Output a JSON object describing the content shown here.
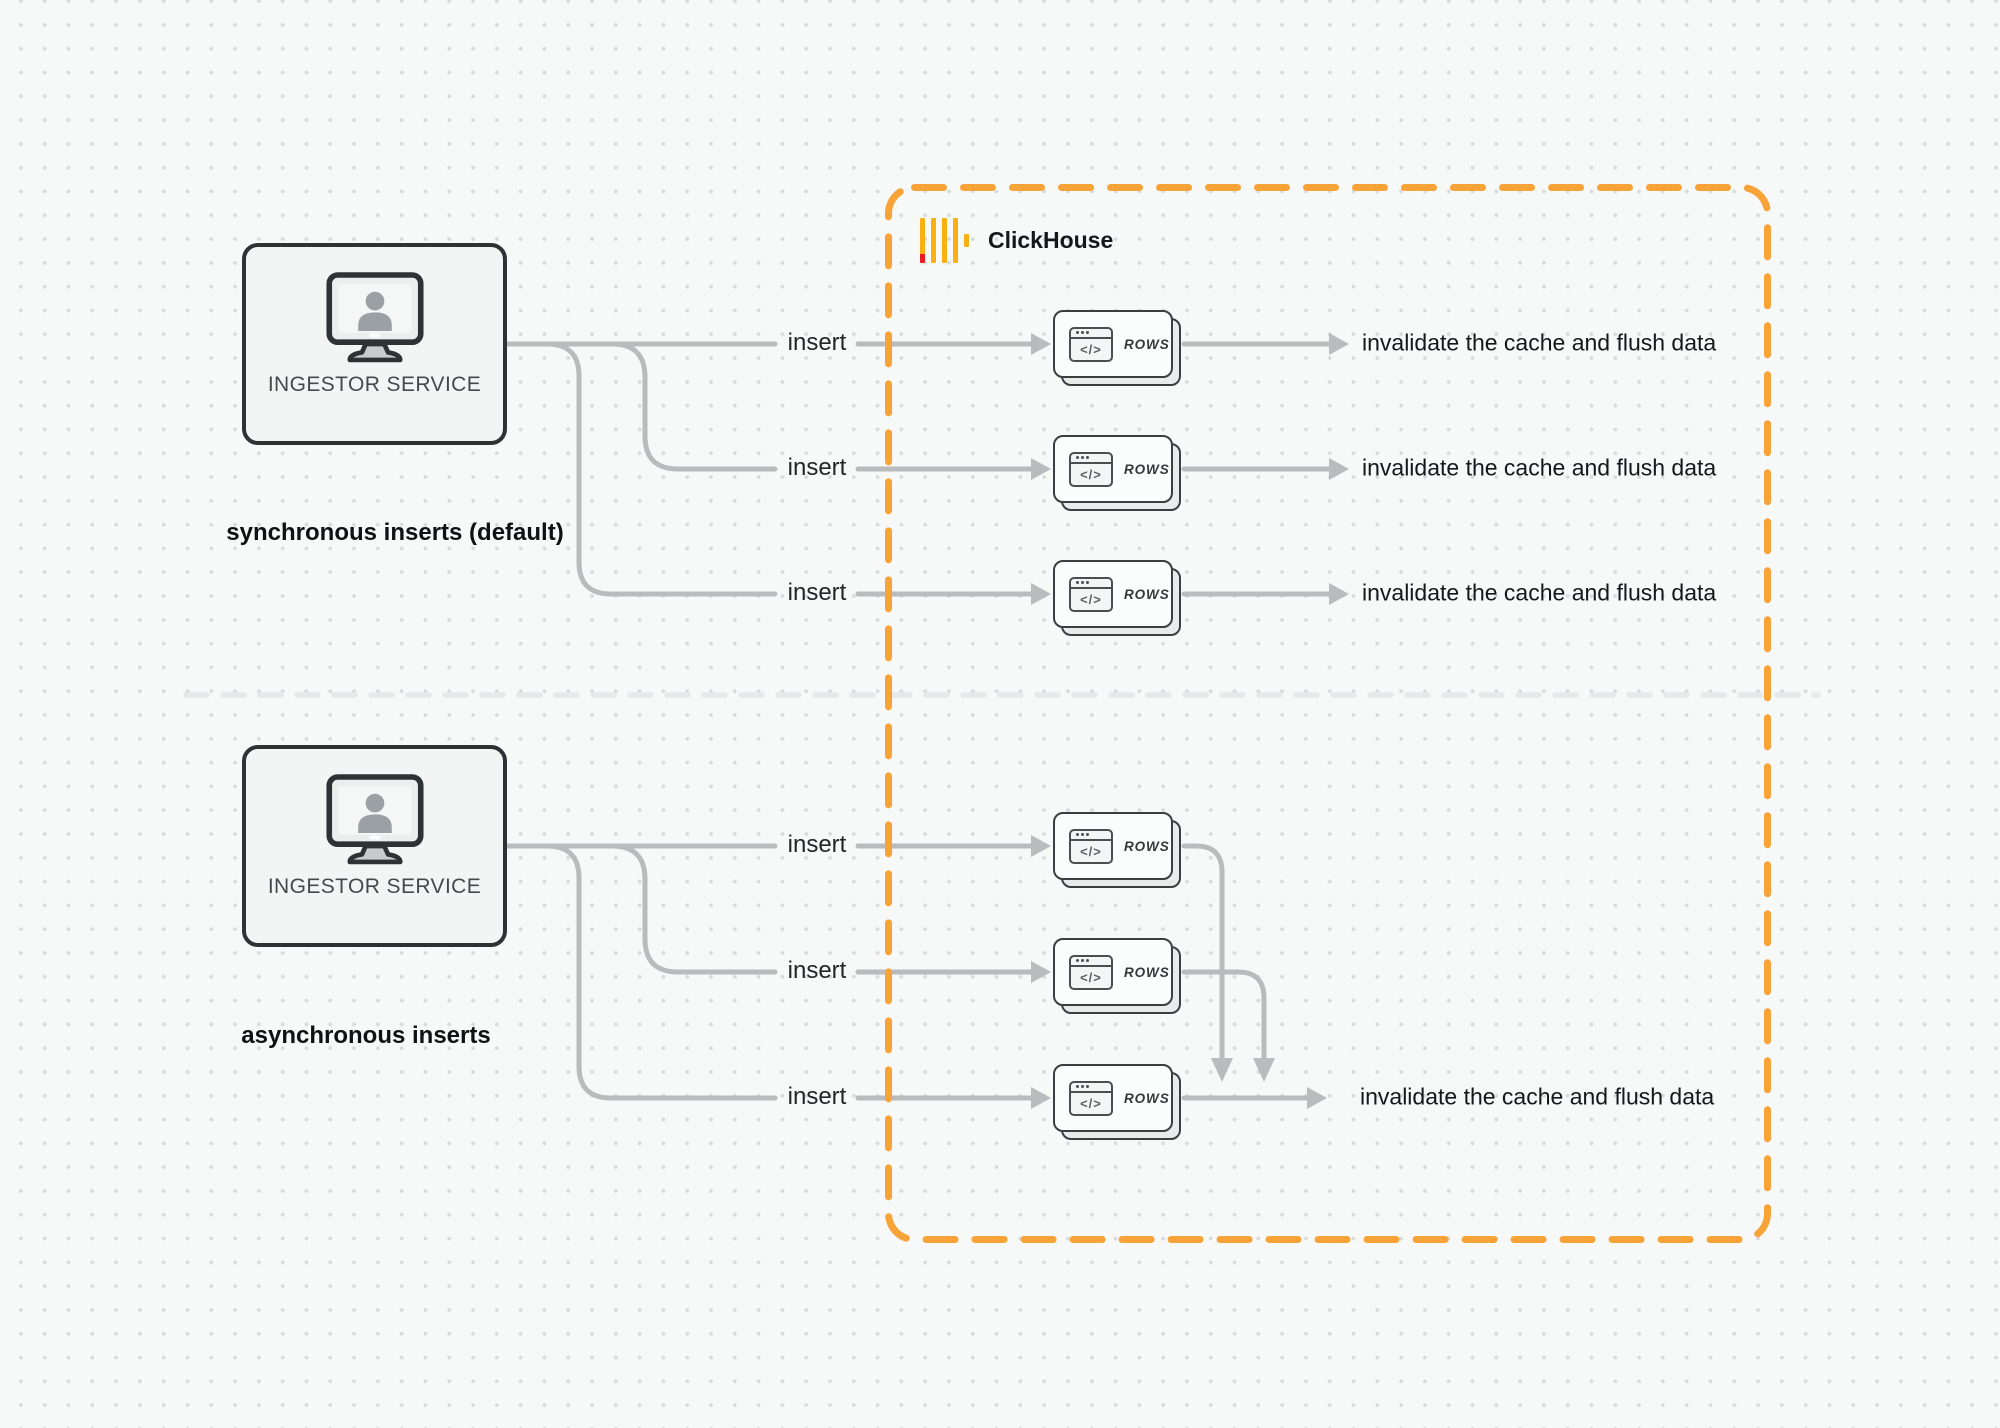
{
  "colors": {
    "clickhouse_boundary_orange": "#F8A338",
    "logo_amber": "#F9B013",
    "logo_red": "#EC1C24",
    "connector_gray": "#b9bbbc",
    "divider_gray": "#e7e8e9"
  },
  "icons": {
    "service_icon": "monitor-user-icon",
    "card_icon": "browser-code-icon",
    "logo_icon": "clickhouse-bars-logo"
  },
  "glyphs": {
    "code": "</>"
  },
  "clickhouse": {
    "title": "ClickHouse"
  },
  "sync_section": {
    "caption": "synchronous inserts (default)",
    "service": {
      "label": "INGESTOR SERVICE"
    },
    "rows": [
      {
        "insert": "insert",
        "card": "ROWS",
        "result": "invalidate the cache and flush data"
      },
      {
        "insert": "insert",
        "card": "ROWS",
        "result": "invalidate the cache and flush data"
      },
      {
        "insert": "insert",
        "card": "ROWS",
        "result": "invalidate the cache and flush data"
      }
    ]
  },
  "async_section": {
    "caption": "asynchronous inserts",
    "service": {
      "label": "INGESTOR SERVICE"
    },
    "rows": [
      {
        "insert": "insert",
        "card": "ROWS"
      },
      {
        "insert": "insert",
        "card": "ROWS"
      },
      {
        "insert": "insert",
        "card": "ROWS"
      }
    ],
    "result": "invalidate the cache and flush data"
  }
}
